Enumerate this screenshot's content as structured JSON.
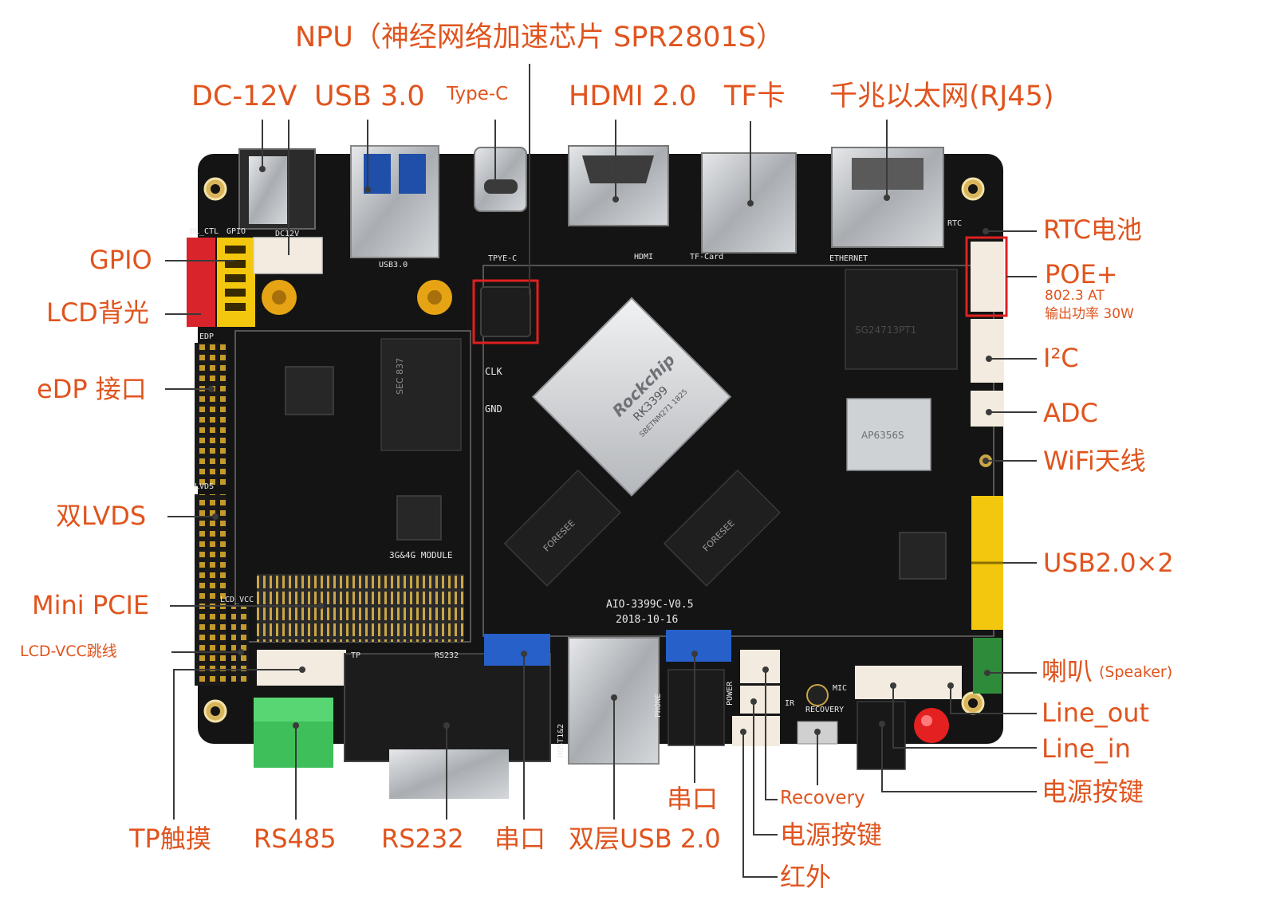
{
  "colors": {
    "label": "#e0541e",
    "line": "#3a3a3a",
    "pcb": "#141414",
    "highlight": "#e02020",
    "connector_red": "#d9242c",
    "connector_yellow": "#f2c70d",
    "connector_green": "#2e8b3a",
    "connector_white": "#f3ebdf",
    "connector_blue": "#2660c8",
    "metal": "#bfc2c6",
    "gold": "#e6a415"
  },
  "labels": {
    "npu": "NPU（神经网络加速芯片 SPR2801S）",
    "dc12v": "DC-12V",
    "usb30": "USB 3.0",
    "typec": "Type-C",
    "hdmi": "HDMI 2.0",
    "tf": "TF卡",
    "ethernet": "千兆以太网(RJ45)",
    "gpio": "GPIO",
    "lcd_backlight": "LCD背光",
    "edp": "eDP 接口",
    "lvds": "双LVDS",
    "minipcie": "Mini PCIE",
    "lcd_vcc": "LCD-VCC跳线",
    "rtc": "RTC电池",
    "poe": "POE+",
    "poe_spec1": "802.3 AT",
    "poe_spec2": "输出功率 30W",
    "i2c": "I²C",
    "adc": "ADC",
    "wifi": "WiFi天线",
    "usb20x2": "USB2.0×2",
    "speaker_cn": "喇叭",
    "speaker_en": "(Speaker)",
    "line_out": "Line_out",
    "line_in": "Line_in",
    "power_key_right": "电源按键",
    "serial_upper": "串口",
    "recovery": "Recovery",
    "power_key_mid": "电源按键",
    "infrared": "红外",
    "tp": "TP触摸",
    "rs485": "RS485",
    "rs232": "RS232",
    "serial_lower": "串口",
    "dual_usb20": "双层USB 2.0"
  },
  "board": {
    "silk": {
      "bl_ctl": "BL_CTL",
      "gpio": "GPIO",
      "dc12v": "DC12V",
      "usb30": "USB3.0",
      "typec": "TPYE-C",
      "hdmi": "HDMI",
      "tfcard": "TF-Card",
      "ethernet": "ETHERNET",
      "rtc": "RTC",
      "edp": "EDP",
      "lvds": "LVDS",
      "lcd_vcc": "LCD_VCC",
      "clk": "CLK",
      "gnd": "GND",
      "module": "3G&4G MODULE",
      "model": "AIO-3399C-V0.5",
      "date": "2018-10-16",
      "tp": "TP",
      "rs232": "RS232",
      "phone": "PHONE",
      "power": "POWER",
      "recovery": "RECOVERY",
      "mic": "MIC",
      "ir": "IR",
      "host": "HOST1&2"
    },
    "soc": {
      "brand": "Rockchip",
      "model": "RK3399",
      "code": "SBETNM271 1825"
    },
    "ram_brand": "FORESEE",
    "wifi_module": "AP6356S",
    "chip_bottom_left": "SEC 837",
    "chip_poe": "SG24713PT1"
  }
}
